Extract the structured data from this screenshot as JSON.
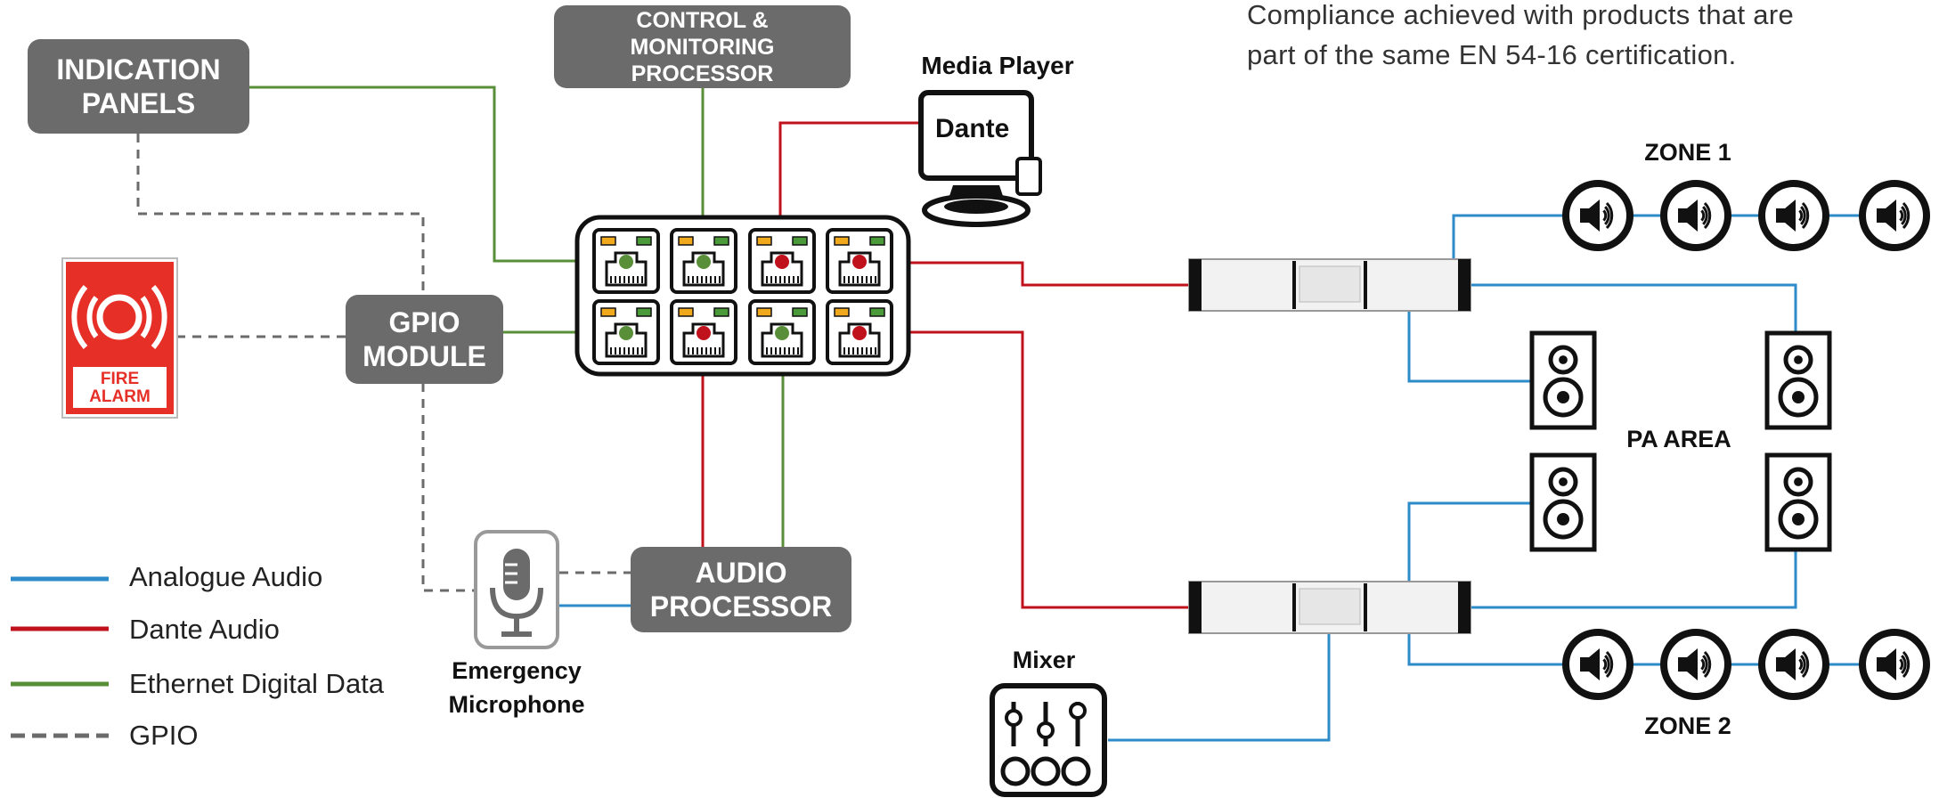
{
  "note": {
    "line1": "Compliance achieved with products that are",
    "line2": "part of the same EN 54-16 certification."
  },
  "boxes": {
    "indication_panels": [
      "INDICATION",
      "PANELS"
    ],
    "control_monitoring": [
      "CONTROL & MONITORING",
      "PROCESSOR"
    ],
    "gpio_module": [
      "GPIO",
      "MODULE"
    ],
    "audio_processor": [
      "AUDIO",
      "PROCESSOR"
    ]
  },
  "labels": {
    "media_player": "Media Player",
    "dante_logo": "Dante",
    "zone1": "ZONE 1",
    "zone2": "ZONE 2",
    "pa_area": "PA AREA",
    "mixer": "Mixer",
    "emergency_microphone": [
      "Emergency",
      "Microphone"
    ],
    "fire_alarm": [
      "FIRE",
      "ALARM"
    ]
  },
  "legend": [
    {
      "label": "Analogue Audio",
      "color": "#2e8bc9",
      "style": "solid"
    },
    {
      "label": "Dante Audio",
      "color": "#c0121c",
      "style": "solid"
    },
    {
      "label": "Ethernet Digital Data",
      "color": "#5a8f3a",
      "style": "solid"
    },
    {
      "label": "GPIO",
      "color": "#6b6b6b",
      "style": "dashed"
    }
  ],
  "colors": {
    "analogue": "#2e8bc9",
    "dante": "#c0121c",
    "ethernet": "#5a8f3a",
    "gpio": "#6b6b6b",
    "box": "#6b6b6b",
    "fire": "#e63027"
  },
  "icons": {
    "switch": "network-switch-icon",
    "speaker_round": "round-speaker-icon",
    "speaker_cabinet": "speaker-cabinet-icon",
    "amplifier": "amplifier-icon",
    "microphone": "microphone-icon",
    "mixer": "mixer-icon",
    "monitor": "monitor-icon",
    "fire_alarm": "fire-alarm-icon"
  }
}
